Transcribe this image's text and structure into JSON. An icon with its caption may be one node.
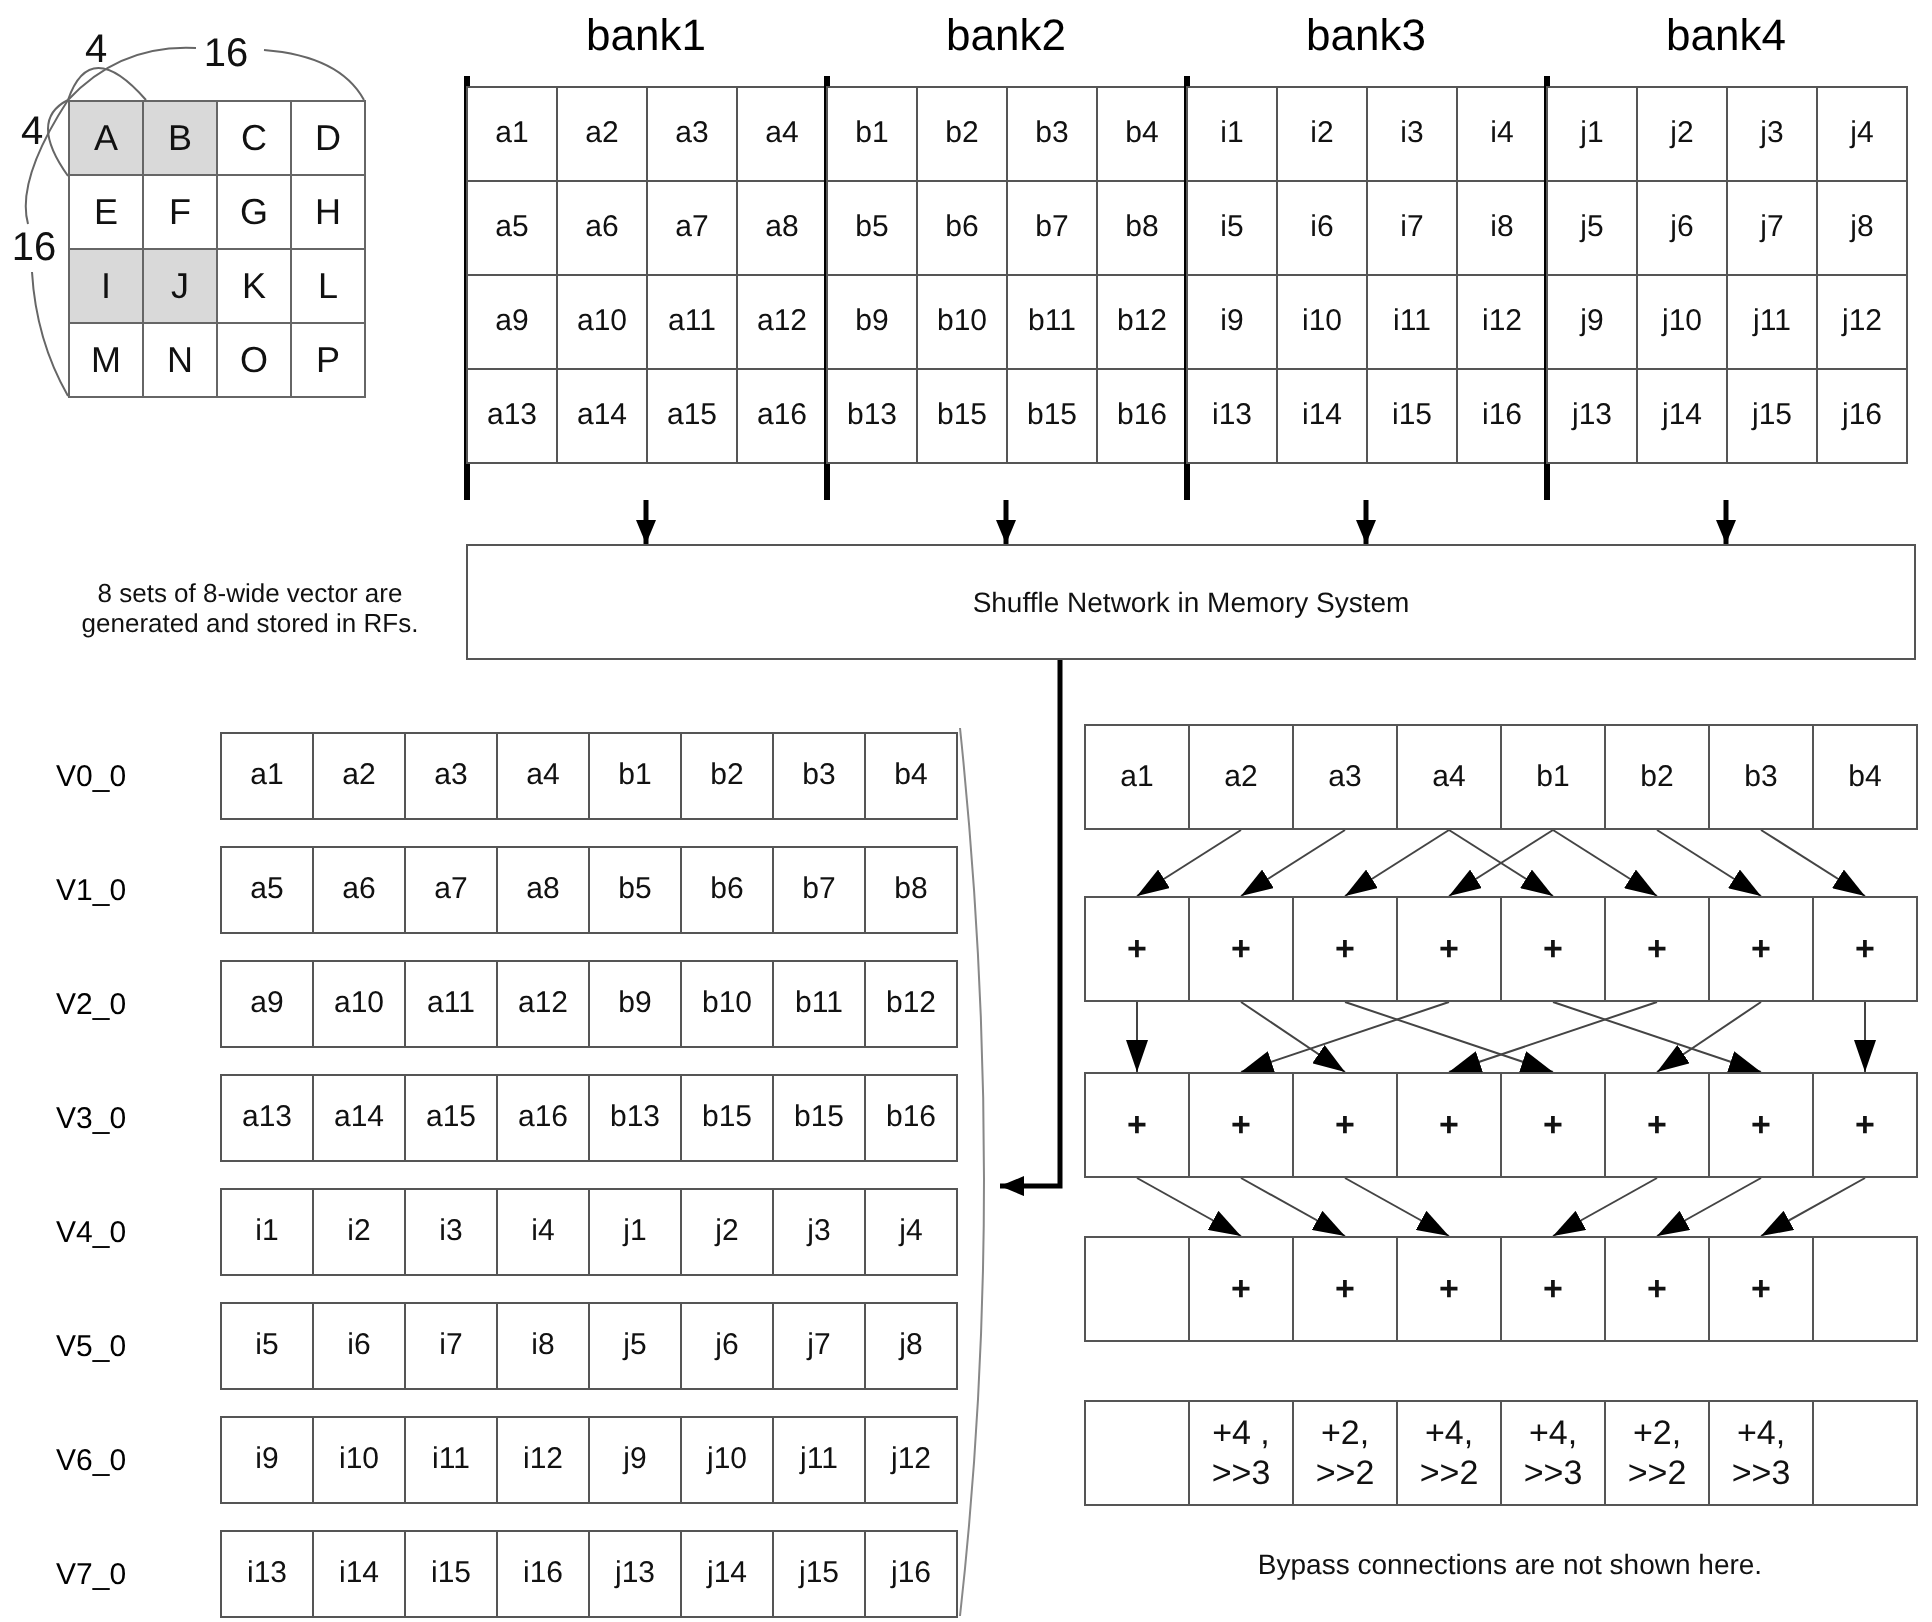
{
  "diagram": {
    "nodes": [
      {
        "text": [
          "bank1"
        ]
      },
      {
        "text": [
          "a1"
        ],
        "in": 0
      },
      {
        "text": [
          "a2"
        ],
        "in": 0
      },
      {
        "text": [
          "a3"
        ],
        "in": 0
      },
      {
        "text": [
          "a4"
        ],
        "in": 0
      },
      {
        "text": [
          "a5"
        ],
        "in": 0
      },
      {
        "text": [
          "a6"
        ],
        "in": 0
      },
      {
        "text": [
          "a7"
        ],
        "in": 0
      },
      {
        "text": [
          "a8"
        ],
        "in": 0
      },
      {
        "text": [
          "a9"
        ],
        "in": 0
      },
      {
        "text": [
          "a10"
        ],
        "in": 0
      },
      {
        "text": [
          "a11"
        ],
        "in": 0
      },
      {
        "text": [
          "a12"
        ],
        "in": 0
      },
      {
        "text": [
          "a13"
        ],
        "in": 0
      },
      {
        "text": [
          "a14"
        ],
        "in": 0
      },
      {
        "text": [
          "a15"
        ],
        "in": 0
      },
      {
        "text": [
          "a16"
        ],
        "in": 0
      },
      {
        "text": [
          "bank2"
        ]
      },
      {
        "text": [
          "b1"
        ],
        "in": 17
      },
      {
        "text": [
          "b2"
        ],
        "in": 17
      },
      {
        "text": [
          "b3"
        ],
        "in": 17
      },
      {
        "text": [
          "b4"
        ],
        "in": 17
      },
      {
        "text": [
          "b5"
        ],
        "in": 17
      },
      {
        "text": [
          "b6"
        ],
        "in": 17
      },
      {
        "text": [
          "b7"
        ],
        "in": 17
      },
      {
        "text": [
          "b8"
        ],
        "in": 17
      },
      {
        "text": [
          "b9"
        ],
        "in": 17
      },
      {
        "text": [
          "b10"
        ],
        "in": 17
      },
      {
        "text": [
          "b11"
        ],
        "in": 17
      },
      {
        "text": [
          "b12"
        ],
        "in": 17
      },
      {
        "text": [
          "b13"
        ],
        "in": 17
      },
      {
        "text": [
          "b15"
        ],
        "in": 17
      },
      {
        "text": [
          "b15"
        ],
        "in": 17
      },
      {
        "text": [
          "b16"
        ],
        "in": 17
      },
      {
        "text": [
          "bank3"
        ]
      },
      {
        "text": [
          "i1"
        ],
        "in": 34
      },
      {
        "text": [
          "i2"
        ],
        "in": 34
      },
      {
        "text": [
          "i3"
        ],
        "in": 34
      },
      {
        "text": [
          "i4"
        ],
        "in": 34
      },
      {
        "text": [
          "i5"
        ],
        "in": 34
      },
      {
        "text": [
          "i6"
        ],
        "in": 34
      },
      {
        "text": [
          "i7"
        ],
        "in": 34
      },
      {
        "text": [
          "i8"
        ],
        "in": 34
      },
      {
        "text": [
          "i9"
        ],
        "in": 34
      },
      {
        "text": [
          "i10"
        ],
        "in": 34
      },
      {
        "text": [
          "i11"
        ],
        "in": 34
      },
      {
        "text": [
          "i12"
        ],
        "in": 34
      },
      {
        "text": [
          "i13"
        ],
        "in": 34
      },
      {
        "text": [
          "i14"
        ],
        "in": 34
      },
      {
        "text": [
          "i15"
        ],
        "in": 34
      },
      {
        "text": [
          "i16"
        ],
        "in": 34
      },
      {
        "text": [
          "bank4"
        ]
      },
      {
        "text": [
          "j1"
        ],
        "in": 51
      },
      {
        "text": [
          "j2"
        ],
        "in": 51
      },
      {
        "text": [
          "j3"
        ],
        "in": 51
      },
      {
        "text": [
          "j4"
        ],
        "in": 51
      },
      {
        "text": [
          "j5"
        ],
        "in": 51
      },
      {
        "text": [
          "j6"
        ],
        "in": 51
      },
      {
        "text": [
          "j7"
        ],
        "in": 51
      },
      {
        "text": [
          "j8"
        ],
        "in": 51
      },
      {
        "text": [
          "j9"
        ],
        "in": 51
      },
      {
        "text": [
          "j10"
        ],
        "in": 51
      },
      {
        "text": [
          "j11"
        ],
        "in": 51
      },
      {
        "text": [
          "j12"
        ],
        "in": 51
      },
      {
        "text": [
          "j13"
        ],
        "in": 51
      },
      {
        "text": [
          "j14"
        ],
        "in": 51
      },
      {
        "text": [
          "j15"
        ],
        "in": 51
      },
      {
        "text": [
          "j16"
        ],
        "in": 51
      },
      {
        "text": [
          "Shuffle Network in Memory System"
        ]
      },
      {
        "text": [],
        "shape": "bracket"
      },
      {
        "text": [
          "V0_0"
        ],
        "in": 69
      },
      {
        "text": [
          "a1"
        ],
        "in": 70
      },
      {
        "text": [
          "a2"
        ],
        "in": 70
      },
      {
        "text": [
          "a3"
        ],
        "in": 70
      },
      {
        "text": [
          "a4"
        ],
        "in": 70
      },
      {
        "text": [
          "b1"
        ],
        "in": 70
      },
      {
        "text": [
          "b2"
        ],
        "in": 70
      },
      {
        "text": [
          "b3"
        ],
        "in": 70
      },
      {
        "text": [
          "b4"
        ],
        "in": 70
      },
      {
        "text": [
          "V1_0"
        ],
        "in": 69
      },
      {
        "text": [
          "a5"
        ],
        "in": 79
      },
      {
        "text": [
          "a6"
        ],
        "in": 79
      },
      {
        "text": [
          "a7"
        ],
        "in": 79
      },
      {
        "text": [
          "a8"
        ],
        "in": 79
      },
      {
        "text": [
          "b5"
        ],
        "in": 79
      },
      {
        "text": [
          "b6"
        ],
        "in": 79
      },
      {
        "text": [
          "b7"
        ],
        "in": 79
      },
      {
        "text": [
          "b8"
        ],
        "in": 79
      },
      {
        "text": [
          "V2_0"
        ],
        "in": 69
      },
      {
        "text": [
          "a9"
        ],
        "in": 88
      },
      {
        "text": [
          "a10"
        ],
        "in": 88
      },
      {
        "text": [
          "a11"
        ],
        "in": 88
      },
      {
        "text": [
          "a12"
        ],
        "in": 88
      },
      {
        "text": [
          "b9"
        ],
        "in": 88
      },
      {
        "text": [
          "b10"
        ],
        "in": 88
      },
      {
        "text": [
          "b11"
        ],
        "in": 88
      },
      {
        "text": [
          "b12"
        ],
        "in": 88
      },
      {
        "text": [
          "V3_0"
        ],
        "in": 69
      },
      {
        "text": [
          "a13"
        ],
        "in": 97
      },
      {
        "text": [
          "a14"
        ],
        "in": 97
      },
      {
        "text": [
          "a15"
        ],
        "in": 97
      },
      {
        "text": [
          "a16"
        ],
        "in": 97
      },
      {
        "text": [
          "b13"
        ],
        "in": 97
      },
      {
        "text": [
          "b15"
        ],
        "in": 97
      },
      {
        "text": [
          "b15"
        ],
        "in": 97
      },
      {
        "text": [
          "b16"
        ],
        "in": 97
      },
      {
        "text": [
          "V4_0"
        ],
        "in": 69
      },
      {
        "text": [
          "i1"
        ],
        "in": 106
      },
      {
        "text": [
          "i2"
        ],
        "in": 106
      },
      {
        "text": [
          "i3"
        ],
        "in": 106
      },
      {
        "text": [
          "i4"
        ],
        "in": 106
      },
      {
        "text": [
          "j1"
        ],
        "in": 106
      },
      {
        "text": [
          "j2"
        ],
        "in": 106
      },
      {
        "text": [
          "j3"
        ],
        "in": 106
      },
      {
        "text": [
          "j4"
        ],
        "in": 106
      },
      {
        "text": [
          "V5_0"
        ],
        "in": 69
      },
      {
        "text": [
          "i5"
        ],
        "in": 115
      },
      {
        "text": [
          "i6"
        ],
        "in": 115
      },
      {
        "text": [
          "i7"
        ],
        "in": 115
      },
      {
        "text": [
          "i8"
        ],
        "in": 115
      },
      {
        "text": [
          "j5"
        ],
        "in": 115
      },
      {
        "text": [
          "j6"
        ],
        "in": 115
      },
      {
        "text": [
          "j7"
        ],
        "in": 115
      },
      {
        "text": [
          "j8"
        ],
        "in": 115
      },
      {
        "text": [
          "V6_0"
        ],
        "in": 69
      },
      {
        "text": [
          "i9"
        ],
        "in": 124
      },
      {
        "text": [
          "i10"
        ],
        "in": 124
      },
      {
        "text": [
          "i11"
        ],
        "in": 124
      },
      {
        "text": [
          "i12"
        ],
        "in": 124
      },
      {
        "text": [
          "j9"
        ],
        "in": 124
      },
      {
        "text": [
          "j10"
        ],
        "in": 124
      },
      {
        "text": [
          "j11"
        ],
        "in": 124
      },
      {
        "text": [
          "j12"
        ],
        "in": 124
      },
      {
        "text": [
          "V7_0"
        ],
        "in": 69
      },
      {
        "text": [
          "i13"
        ],
        "in": 133
      },
      {
        "text": [
          "i14"
        ],
        "in": 133
      },
      {
        "text": [
          "i15"
        ],
        "in": 133
      },
      {
        "text": [
          "i16"
        ],
        "in": 133
      },
      {
        "text": [
          "j13"
        ],
        "in": 133
      },
      {
        "text": [
          "j14"
        ],
        "in": 133
      },
      {
        "text": [
          "j15"
        ],
        "in": 133
      },
      {
        "text": [
          "j16"
        ],
        "in": 133
      },
      {
        "text": [
          "a1"
        ]
      },
      {
        "text": [
          "a2"
        ]
      },
      {
        "text": [
          "a3"
        ]
      },
      {
        "text": [
          "a4"
        ]
      },
      {
        "text": [
          "b1"
        ]
      },
      {
        "text": [
          "b2"
        ]
      },
      {
        "text": [
          "b3"
        ]
      },
      {
        "text": [
          "b4"
        ]
      },
      {
        "text": [
          "+"
        ]
      },
      {
        "text": [
          "+"
        ]
      },
      {
        "text": [
          "+"
        ]
      },
      {
        "text": [
          "+"
        ]
      },
      {
        "text": [
          "+"
        ]
      },
      {
        "text": [
          "+"
        ]
      },
      {
        "text": [
          "+"
        ]
      },
      {
        "text": [
          "+"
        ]
      },
      {
        "text": [
          "+"
        ]
      },
      {
        "text": [
          "+"
        ]
      },
      {
        "text": [
          "+"
        ]
      },
      {
        "text": [
          "+"
        ]
      },
      {
        "text": [
          "+"
        ]
      },
      {
        "text": [
          "+"
        ]
      },
      {
        "text": [
          "+"
        ]
      },
      {
        "text": [
          "+"
        ]
      },
      {
        "text": [],
        "shape": "box"
      },
      {
        "text": [
          "+"
        ]
      },
      {
        "text": [
          "+"
        ]
      },
      {
        "text": [
          "+"
        ]
      },
      {
        "text": [
          "+"
        ]
      },
      {
        "text": [
          "+"
        ]
      },
      {
        "text": [
          "+"
        ]
      },
      {
        "text": [],
        "shape": "box"
      },
      {
        "text": [],
        "shape": "box"
      },
      {
        "text": [
          "+4 , >>3"
        ]
      },
      {
        "text": [
          "+2, >>2"
        ]
      },
      {
        "text": [
          "+4, >>2"
        ]
      },
      {
        "text": [
          "+4, >>3"
        ]
      },
      {
        "text": [
          "+2, >>2"
        ]
      },
      {
        "text": [
          "+4, >>3"
        ]
      },
      {
        "text": [],
        "shape": "box"
      }
    ],
    "edges": [
      {
        "from": 0,
        "to": 68,
        "arrow": "to",
        "style": "thick"
      },
      {
        "from": 17,
        "to": 68,
        "arrow": "to",
        "style": "thick"
      },
      {
        "from": 34,
        "to": 68,
        "arrow": "to",
        "style": "thick"
      },
      {
        "from": 51,
        "to": 68,
        "arrow": "to",
        "style": "thick"
      },
      {
        "from": 68,
        "to": 69,
        "arrow": "to",
        "style": "thick"
      },
      {
        "from": 143,
        "to": 150,
        "arrow": "to"
      },
      {
        "from": 144,
        "to": 151,
        "arrow": "to"
      },
      {
        "from": 145,
        "to": 152,
        "arrow": "to"
      },
      {
        "from": 146,
        "to": 153,
        "arrow": "to"
      },
      {
        "from": 145,
        "to": 154,
        "arrow": "to"
      },
      {
        "from": 146,
        "to": 155,
        "arrow": "to"
      },
      {
        "from": 147,
        "to": 156,
        "arrow": "to"
      },
      {
        "from": 148,
        "to": 157,
        "arrow": "to"
      },
      {
        "from": 150,
        "to": 158,
        "arrow": "to"
      },
      {
        "from": 151,
        "to": 160,
        "arrow": "to"
      },
      {
        "from": 152,
        "to": 162,
        "arrow": "to"
      },
      {
        "from": 153,
        "to": 159,
        "arrow": "to"
      },
      {
        "from": 155,
        "to": 161,
        "arrow": "to"
      },
      {
        "from": 154,
        "to": 164,
        "arrow": "to"
      },
      {
        "from": 156,
        "to": 163,
        "arrow": "to"
      },
      {
        "from": 157,
        "to": 165,
        "arrow": "to"
      },
      {
        "from": 158,
        "to": 167,
        "arrow": "to"
      },
      {
        "from": 159,
        "to": 168,
        "arrow": "to"
      },
      {
        "from": 160,
        "to": 169,
        "arrow": "to"
      },
      {
        "from": 163,
        "to": 170,
        "arrow": "to"
      },
      {
        "from": 164,
        "to": 171,
        "arrow": "to"
      },
      {
        "from": 165,
        "to": 172,
        "arrow": "to"
      }
    ],
    "labels": [
      "4",
      "16",
      "4",
      "A",
      "B",
      "C",
      "D",
      "E",
      "F",
      "G",
      "H",
      "16",
      "I",
      "J",
      "K",
      "L",
      "M",
      "N",
      "O",
      "P",
      "8 sets of 8-wide vector are generated and stored in RFs.",
      "Bypass connections are not shown here."
    ]
  }
}
